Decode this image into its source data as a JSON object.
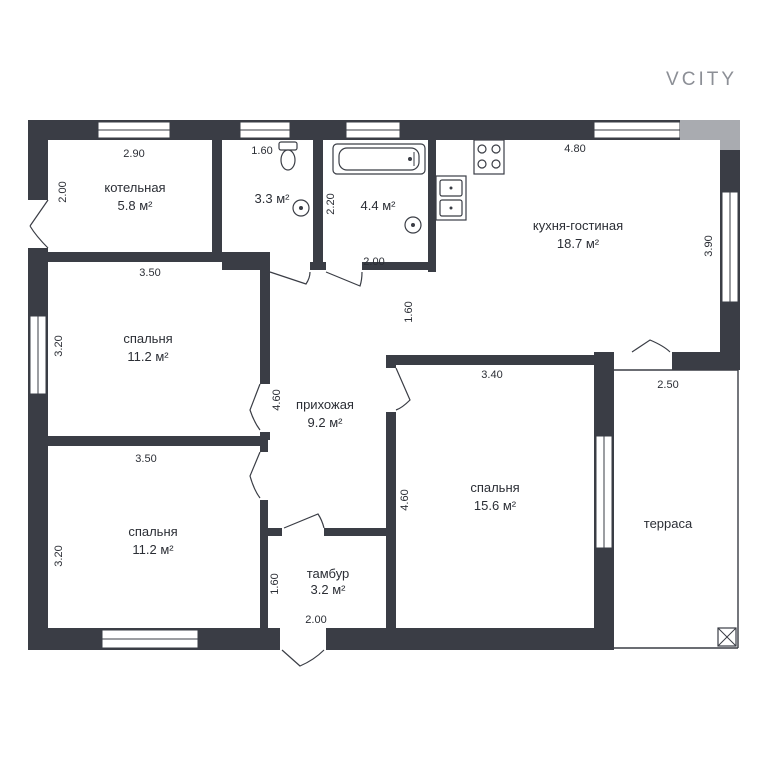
{
  "brand": {
    "logo": "VCITY"
  },
  "colors": {
    "wall": "#3a3d45",
    "background": "#ffffff",
    "text": "#2b2e35",
    "logo": "#8c8f96"
  },
  "rooms": [
    {
      "id": "boiler",
      "name": "котельная",
      "area": "5.8 м²"
    },
    {
      "id": "wc",
      "name": "",
      "area": "3.3 м²"
    },
    {
      "id": "bath",
      "name": "",
      "area": "4.4 м²"
    },
    {
      "id": "kitchen",
      "name": "кухня-гостиная",
      "area": "18.7 м²"
    },
    {
      "id": "bedroom1",
      "name": "спальня",
      "area": "11.2 м²"
    },
    {
      "id": "hall",
      "name": "прихожая",
      "area": "9.2 м²"
    },
    {
      "id": "bedroom2",
      "name": "спальня",
      "area": "11.2 м²"
    },
    {
      "id": "vestibule",
      "name": "тамбур",
      "area": "3.2 м²"
    },
    {
      "id": "bedroom3",
      "name": "спальня",
      "area": "15.6 м²"
    },
    {
      "id": "terrace",
      "name": "терраса",
      "area": ""
    }
  ],
  "dimensions": {
    "boiler_w": "2.90",
    "boiler_h": "2.00",
    "wc_w": "1.60",
    "bath_h": "2.20",
    "bath_w": "2.00",
    "kitchen_w": "4.80",
    "kitchen_h": "3.90",
    "kitchen_passage": "1.60",
    "bed1_w": "3.50",
    "bed1_h": "3.20",
    "hall_h": "4.60",
    "bed2_w": "3.50",
    "bed2_h": "3.20",
    "vest_h": "1.60",
    "vest_w": "2.00",
    "bed3_w": "3.40",
    "bed3_h": "4.60",
    "terrace_w": "2.50"
  }
}
